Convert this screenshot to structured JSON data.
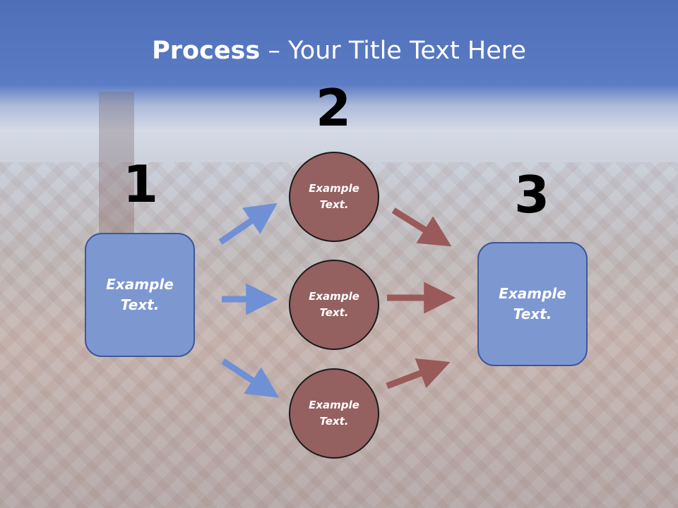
{
  "title": {
    "bold": "Process",
    "separator": " – ",
    "rest": "Your Title Text Here"
  },
  "steps": {
    "n1": "1",
    "n2": "2",
    "n3": "3"
  },
  "left_box": {
    "text": "Example Text."
  },
  "right_box": {
    "text": "Example Text."
  },
  "circles": [
    {
      "text": "Example Text."
    },
    {
      "text": "Example Text."
    },
    {
      "text": "Example Text."
    }
  ],
  "colors": {
    "blue_arrow": "#7090d6",
    "red_arrow": "#9a5a5a",
    "box": "#7d97d0",
    "circle": "#956060",
    "header": "#5b7cc4"
  }
}
